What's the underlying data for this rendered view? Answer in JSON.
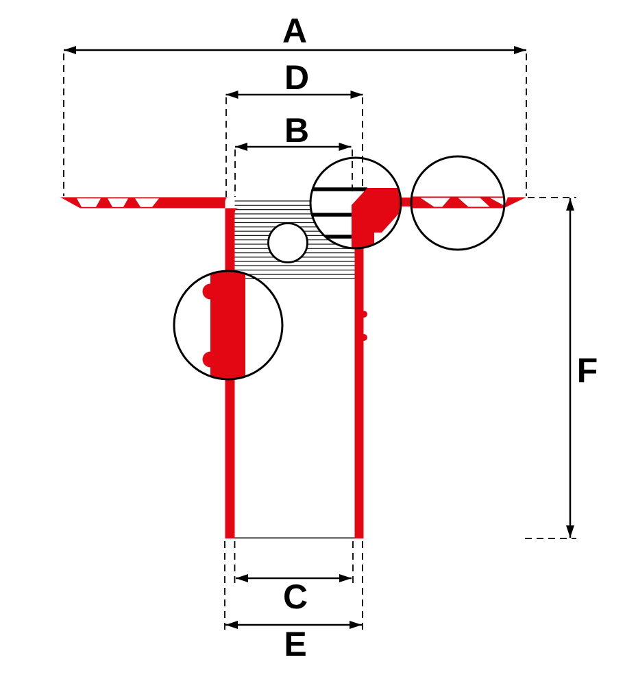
{
  "diagram": {
    "labels": {
      "a": "A",
      "b": "B",
      "c": "C",
      "d": "D",
      "e": "E",
      "f": "F"
    },
    "colors": {
      "red": "#e30613",
      "black": "#000000",
      "white": "#ffffff"
    }
  }
}
